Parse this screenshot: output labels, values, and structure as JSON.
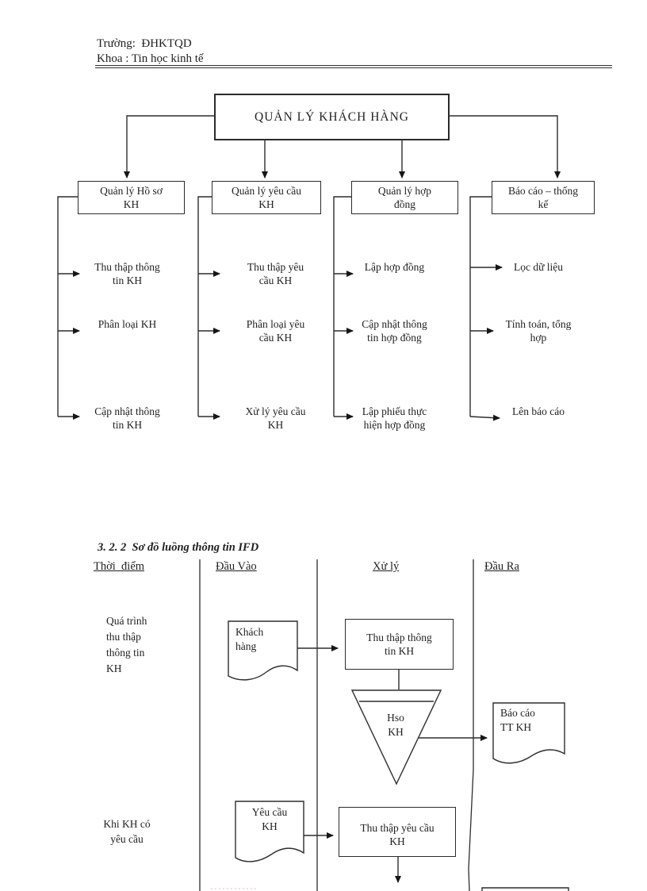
{
  "header": {
    "school_line": "Trường:  ĐHKTQD",
    "faculty_line": "Khoa : Tin học kinh tế"
  },
  "function_diagram": {
    "root": "QUẢN LÝ KHÁCH HÀNG",
    "branches": [
      {
        "title": "Quản lý Hồ sơ\nKH",
        "items": [
          "Thu thập thông\ntin KH",
          "Phân loại KH",
          "Cập nhật thông\ntin KH"
        ]
      },
      {
        "title": "Quản lý yêu cầu\nKH",
        "items": [
          "Thu thập yêu\ncầu KH",
          "Phân loại yêu\ncầu KH",
          "Xử lý yêu cầu\nKH"
        ]
      },
      {
        "title": "Quản lý hợp\nđồng",
        "items": [
          "Lập hợp đồng",
          "Cập nhật thông\ntin hợp đồng",
          "Lập phiếu thực\nhiện hợp đồng"
        ]
      },
      {
        "title": "Báo cáo – thống\nkế",
        "items": [
          "Lọc dữ liệu",
          "Tính toán, tổng\nhợp",
          "Lên báo cáo"
        ]
      }
    ]
  },
  "ifd": {
    "section_heading": "3. 2. 2  Sơ đồ luồng thông tin IFD",
    "columns": [
      "Thời  điểm",
      "Đầu Vào",
      "Xử lý",
      "Đầu Ra"
    ],
    "rows": [
      {
        "time_label": "Quá trình\nthu thập\nthông tin\nKH",
        "input_doc": "Khách\nhàng",
        "process": "Thu thập thông\ntin KH",
        "store": "Hso\nKH",
        "output_doc": "Báo cáo\nTT KH"
      },
      {
        "time_label": "Khi KH có\nyêu cầu",
        "input_doc": "Yêu cầu\nKH",
        "process": "Thu thập yêu cầu\nKH"
      }
    ]
  },
  "colors": {
    "ink": "#1f1f1f",
    "line": "#2d2d2d"
  }
}
